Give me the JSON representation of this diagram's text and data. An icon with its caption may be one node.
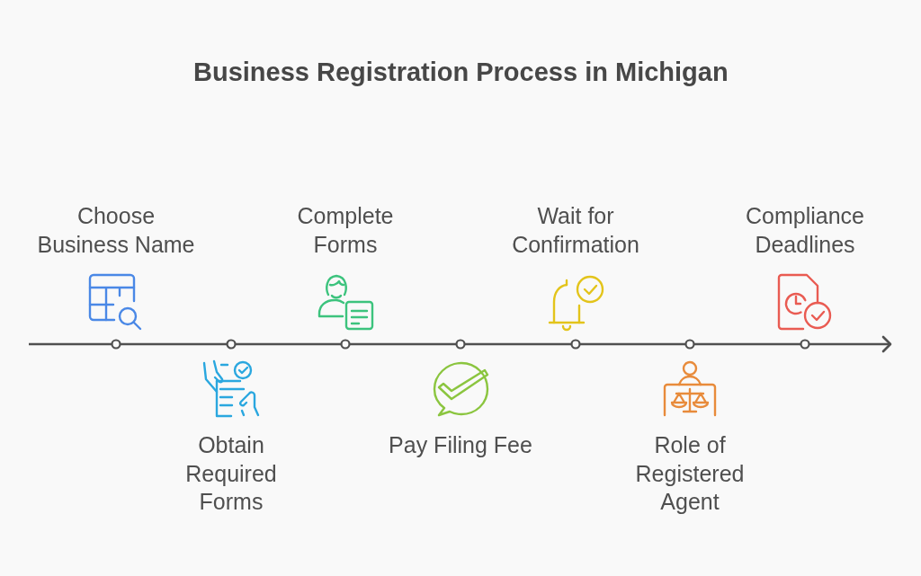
{
  "diagram": {
    "title": "Business Registration Process in Michigan",
    "nodes": [
      {
        "text": [
          "Choose Business Name"
        ]
      },
      {
        "text": [
          "Obtain Required Forms"
        ]
      },
      {
        "text": [
          "Complete Forms"
        ]
      },
      {
        "text": [
          "Pay Filing Fee"
        ]
      },
      {
        "text": [
          "Wait for Confirmation"
        ]
      },
      {
        "text": [
          "Role of Registered Agent"
        ]
      },
      {
        "text": [
          "Compliance Deadlines"
        ]
      },
      {
        "text": [],
        "shape": "circle"
      },
      {
        "text": [],
        "shape": "circle"
      },
      {
        "text": [],
        "shape": "circle"
      },
      {
        "text": [],
        "shape": "circle"
      },
      {
        "text": [],
        "shape": "circle"
      },
      {
        "text": [],
        "shape": "circle"
      },
      {
        "text": [],
        "shape": "circle"
      }
    ],
    "edges": [
      {
        "from": null,
        "to": 7,
        "arrow": "none"
      },
      {
        "from": 7,
        "to": 8,
        "arrow": "none"
      },
      {
        "from": 8,
        "to": 9,
        "arrow": "none"
      },
      {
        "from": 9,
        "to": 10,
        "arrow": "none"
      },
      {
        "from": 10,
        "to": 11,
        "arrow": "none"
      },
      {
        "from": 11,
        "to": 12,
        "arrow": "none"
      },
      {
        "from": 12,
        "to": 13,
        "arrow": "none"
      },
      {
        "from": 13,
        "to": null,
        "arrow": "to"
      }
    ]
  }
}
